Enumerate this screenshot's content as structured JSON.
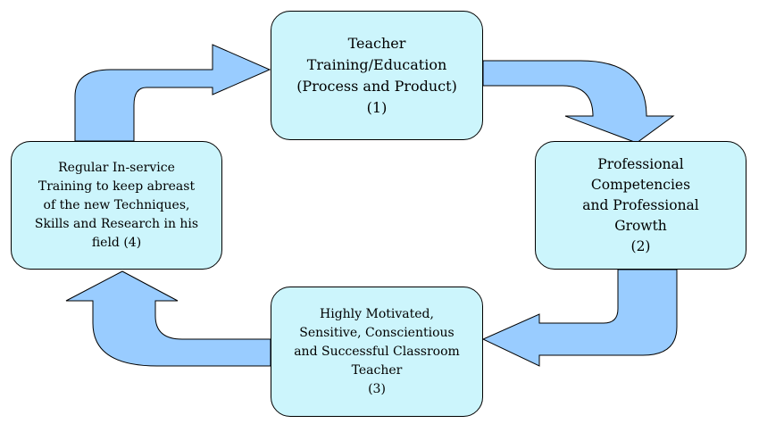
{
  "diagram": {
    "colors": {
      "box_fill": "#ccf5fc",
      "arrow_fill": "#99ccff",
      "outline": "#000000"
    },
    "nodes": [
      {
        "id": "1",
        "lines": [
          "Teacher",
          "Training/Education",
          "(Process and Product)",
          "(1)"
        ]
      },
      {
        "id": "2",
        "lines": [
          "Professional",
          "Competencies",
          "and Professional",
          "Growth",
          "(2)"
        ]
      },
      {
        "id": "3",
        "lines": [
          "Highly Motivated,",
          "Sensitive, Conscientious",
          "and Successful Classroom",
          "Teacher",
          "(3)"
        ]
      },
      {
        "id": "4",
        "lines": [
          "Regular In-service",
          "Training to keep abreast",
          "of the new Techniques,",
          "Skills and Research in his",
          "field (4)"
        ]
      }
    ],
    "edges": [
      {
        "from": "1",
        "to": "2",
        "style": "curved-block-arrow"
      },
      {
        "from": "2",
        "to": "3",
        "style": "curved-block-arrow"
      },
      {
        "from": "3",
        "to": "4",
        "style": "curved-block-arrow"
      },
      {
        "from": "4",
        "to": "1",
        "style": "curved-block-arrow"
      }
    ]
  }
}
